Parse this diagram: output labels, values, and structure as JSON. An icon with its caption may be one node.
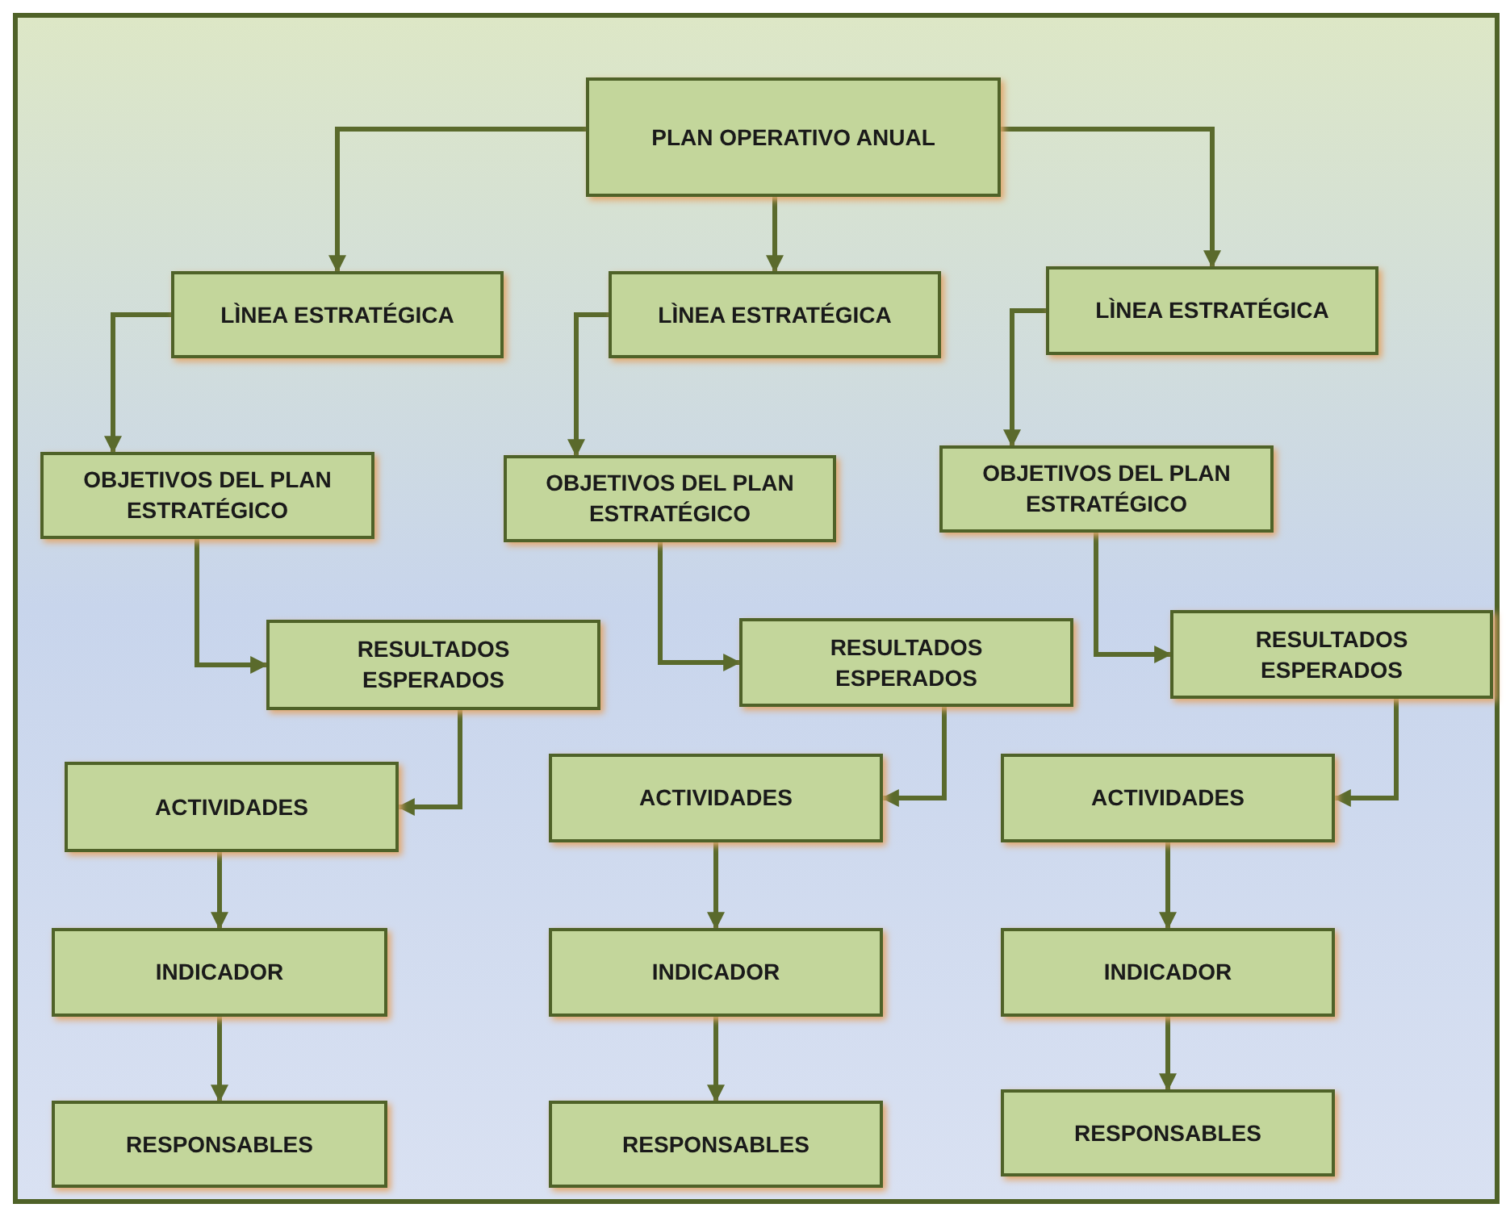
{
  "diagram": {
    "nodes": [
      {
        "text": [
          "PLAN OPERATIVO ANUAL"
        ]
      },
      {
        "text": [
          "LÌNEA ESTRATÉGICA"
        ]
      },
      {
        "text": [
          "LÌNEA ESTRATÉGICA"
        ]
      },
      {
        "text": [
          "LÌNEA ESTRATÉGICA"
        ]
      },
      {
        "text": [
          "OBJETIVOS DEL PLAN ESTRATÉGICO"
        ]
      },
      {
        "text": [
          "OBJETIVOS DEL PLAN ESTRATÉGICO"
        ]
      },
      {
        "text": [
          "OBJETIVOS DEL PLAN ESTRATÉGICO"
        ]
      },
      {
        "text": [
          "RESULTADOS ESPERADOS"
        ]
      },
      {
        "text": [
          "RESULTADOS ESPERADOS"
        ]
      },
      {
        "text": [
          "RESULTADOS ESPERADOS"
        ]
      },
      {
        "text": [
          "ACTIVIDADES"
        ]
      },
      {
        "text": [
          "ACTIVIDADES"
        ]
      },
      {
        "text": [
          "ACTIVIDADES"
        ]
      },
      {
        "text": [
          "INDICADOR"
        ]
      },
      {
        "text": [
          "INDICADOR"
        ]
      },
      {
        "text": [
          "INDICADOR"
        ]
      },
      {
        "text": [
          "RESPONSABLES"
        ]
      },
      {
        "text": [
          "RESPONSABLES"
        ]
      },
      {
        "text": [
          "RESPONSABLES"
        ]
      }
    ],
    "edges": [
      {
        "from": 0,
        "to": 1,
        "arrow": "to"
      },
      {
        "from": 0,
        "to": 2,
        "arrow": "to"
      },
      {
        "from": 0,
        "to": 3,
        "arrow": "to"
      },
      {
        "from": 1,
        "to": 4,
        "arrow": "to"
      },
      {
        "from": 2,
        "to": 5,
        "arrow": "to"
      },
      {
        "from": 3,
        "to": 6,
        "arrow": "to"
      },
      {
        "from": 4,
        "to": 7,
        "arrow": "to"
      },
      {
        "from": 5,
        "to": 8,
        "arrow": "to"
      },
      {
        "from": 6,
        "to": 9,
        "arrow": "to"
      },
      {
        "from": 7,
        "to": 10,
        "arrow": "to"
      },
      {
        "from": 8,
        "to": 11,
        "arrow": "to"
      },
      {
        "from": 9,
        "to": 12,
        "arrow": "to"
      },
      {
        "from": 10,
        "to": 13,
        "arrow": "to"
      },
      {
        "from": 11,
        "to": 14,
        "arrow": "to"
      },
      {
        "from": 12,
        "to": 15,
        "arrow": "to"
      },
      {
        "from": 13,
        "to": 16,
        "arrow": "to"
      },
      {
        "from": 14,
        "to": 17,
        "arrow": "to"
      },
      {
        "from": 15,
        "to": 18,
        "arrow": "to"
      }
    ]
  }
}
